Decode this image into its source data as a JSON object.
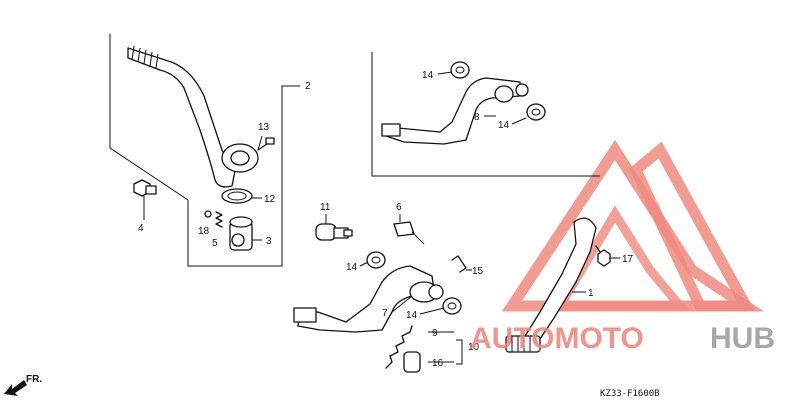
{
  "diagram": {
    "callouts": [
      {
        "id": "c2",
        "text": "2"
      },
      {
        "id": "c13",
        "text": "13"
      },
      {
        "id": "c12",
        "text": "12"
      },
      {
        "id": "c4",
        "text": "4"
      },
      {
        "id": "c18",
        "text": "18"
      },
      {
        "id": "c5",
        "text": "5"
      },
      {
        "id": "c3",
        "text": "3"
      },
      {
        "id": "c14a",
        "text": "14"
      },
      {
        "id": "c8",
        "text": "8"
      },
      {
        "id": "c14b",
        "text": "14"
      },
      {
        "id": "c11",
        "text": "11"
      },
      {
        "id": "c6",
        "text": "6"
      },
      {
        "id": "c14c",
        "text": "14"
      },
      {
        "id": "c15",
        "text": "15"
      },
      {
        "id": "c7",
        "text": "7"
      },
      {
        "id": "c14d",
        "text": "14"
      },
      {
        "id": "c9",
        "text": "9"
      },
      {
        "id": "c10",
        "text": "10"
      },
      {
        "id": "c16",
        "text": "16"
      },
      {
        "id": "c17",
        "text": "17"
      },
      {
        "id": "c1",
        "text": "1"
      }
    ],
    "direction_label": "FR.",
    "drawing_code": "KZ33-F1600B"
  },
  "watermark": {
    "text_part1": "AUTOMOTO",
    "text_part2": "HUB",
    "color_primary": "#f08a7e",
    "color_secondary": "#9e9e9e",
    "color_gold": "#f3c46a"
  }
}
